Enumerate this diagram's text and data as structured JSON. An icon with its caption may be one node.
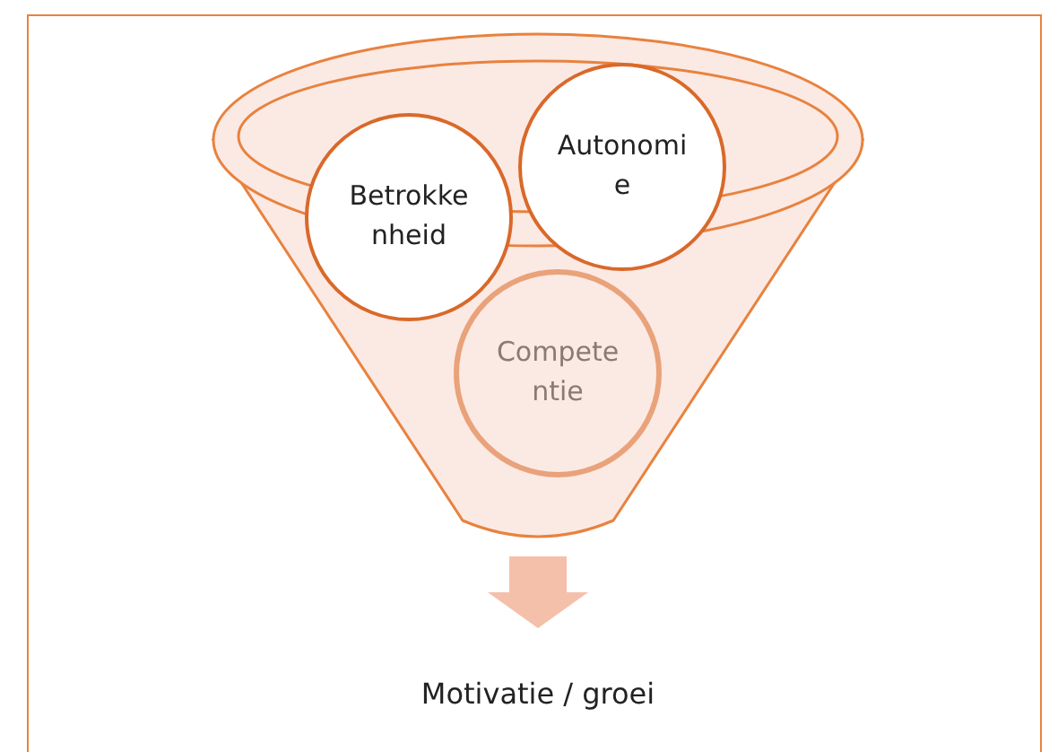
{
  "diagram": {
    "nodes": [
      {
        "text": [],
        "shape": "funnel"
      },
      {
        "text": [
          "Betrokkenheid"
        ],
        "in": 0
      },
      {
        "text": [
          "Autonomie"
        ]
      },
      {
        "text": [
          "Competentie"
        ],
        "in": 0
      },
      {
        "text": [
          "Motivatie / groei"
        ]
      }
    ],
    "edges": [
      {
        "from": 0,
        "to": 4,
        "arrow": "to"
      }
    ]
  }
}
